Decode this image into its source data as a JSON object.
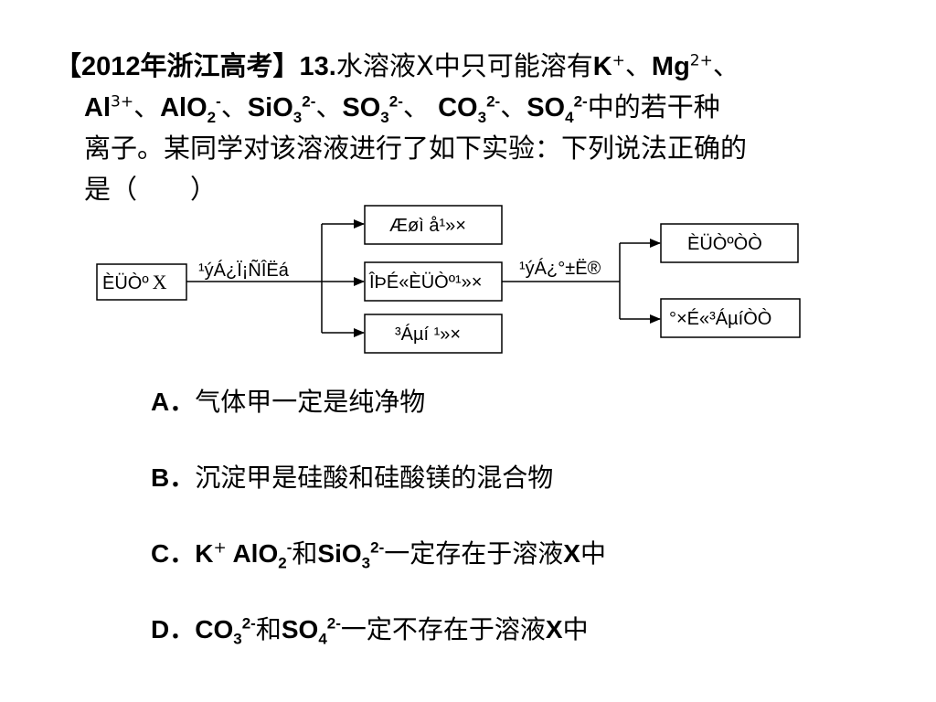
{
  "question": {
    "source": "【2012年浙江高考】13.",
    "stem_intro": "水溶液X中只可能溶有",
    "ions": {
      "k": "K",
      "k_charge": "+",
      "mg": "Mg",
      "mg_charge": "2+",
      "al": "Al",
      "al_charge": "3+",
      "alo2": "AlO",
      "alo2_sub": "2",
      "alo2_charge": "-",
      "sio3": "SiO",
      "sio3_sub": "3",
      "sio3_charge": "2-",
      "so3": "SO",
      "so3_sub": "3",
      "so3_charge": "2-",
      "co3": "CO",
      "co3_sub": "3",
      "co3_charge": "2-",
      "so4": "SO",
      "so4_sub": "4",
      "so4_charge": "2-"
    },
    "sep": "、",
    "sep_space": "、 ",
    "stem_after_ions": "中的若干种",
    "line3": "离子。某同学对该溶液进行了如下实验：下列说法正确的",
    "line4": "是（　　）"
  },
  "diagram": {
    "solution_x": {
      "garbled": "ÈÜÒº",
      "x": "X"
    },
    "arrow1_label": "¹ýÁ¿Ï¡ÑÎËá",
    "box_gas": "Æøì å¹»×",
    "box_solution_a": "ÎÞÉ«ÈÜÒº¹»×",
    "box_precipitate": "³Áµí ¹»×",
    "arrow2_label": "¹ýÁ¿°±Ë®",
    "box_solution_b": "ÈÜÒºÒÒ",
    "box_white_precipitate": "°×É«³ÁµíÒÒ"
  },
  "options": [
    {
      "letter": "A．",
      "text": "气体甲一定是纯净物"
    },
    {
      "letter": "B．",
      "text": "沉淀甲是硅酸和硅酸镁的混合物"
    },
    {
      "letter": "C．",
      "k": "K",
      "k_charge": "+",
      "alo2": " AlO",
      "alo2_sub": "2",
      "alo2_charge": "-",
      "conj": "和",
      "sio3": "SiO",
      "sio3_sub": "3",
      "sio3_charge": "2-",
      "tail": "一定存在于溶液",
      "x": "X",
      "end": "中"
    },
    {
      "letter": "D．",
      "co3": "CO",
      "co3_sub": "3",
      "co3_charge": "2-",
      "conj": "和",
      "so4": "SO",
      "so4_sub": "4",
      "so4_charge": "2-",
      "tail": "一定不存在于溶液",
      "x": "X",
      "end": "中"
    }
  ]
}
